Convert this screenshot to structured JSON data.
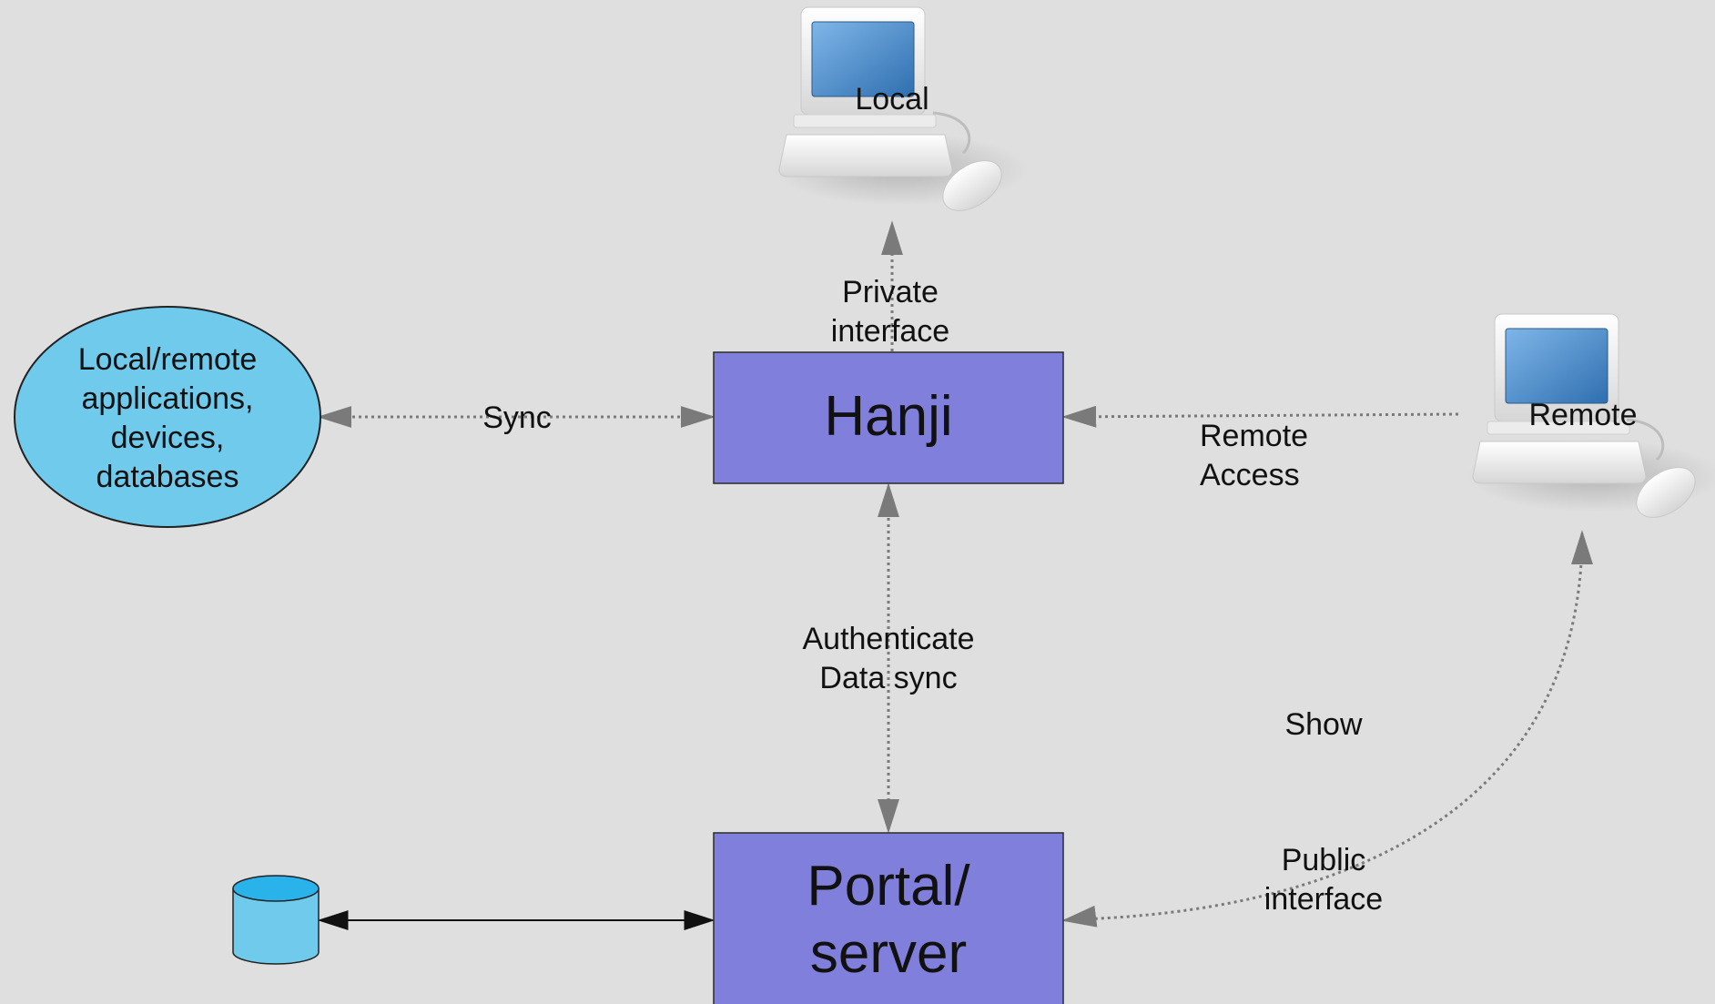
{
  "colors": {
    "background": "#dfdfdf",
    "box_fill": "#8080dc",
    "box_stroke": "#2a2a2a",
    "ellipse_fill": "#6fcaec",
    "dotted_arrow": "#7a7a7a",
    "solid_arrow": "#111111"
  },
  "nodes": {
    "local_pc": {
      "label": "Local",
      "icon": "desktop-computer-icon"
    },
    "remote_pc": {
      "label": "Remote",
      "icon": "desktop-computer-icon"
    },
    "hanji": {
      "label": "Hanji"
    },
    "portal": {
      "line1": "Portal/",
      "line2": "server"
    },
    "apps": {
      "line1": "Local/remote",
      "line2": "applications,",
      "line3": "devices,",
      "line4": "databases"
    },
    "database": {
      "icon": "database-cylinder-icon"
    }
  },
  "edges": {
    "private_interface": {
      "line1": "Private",
      "line2": "interface"
    },
    "sync": {
      "label": "Sync"
    },
    "remote_access": {
      "line1": "Remote",
      "line2": "Access"
    },
    "auth_sync": {
      "line1": "Authenticate",
      "line2": "Data sync"
    },
    "show": {
      "label": "Show"
    },
    "public_interface": {
      "line1": "Public",
      "line2": "interface"
    }
  }
}
